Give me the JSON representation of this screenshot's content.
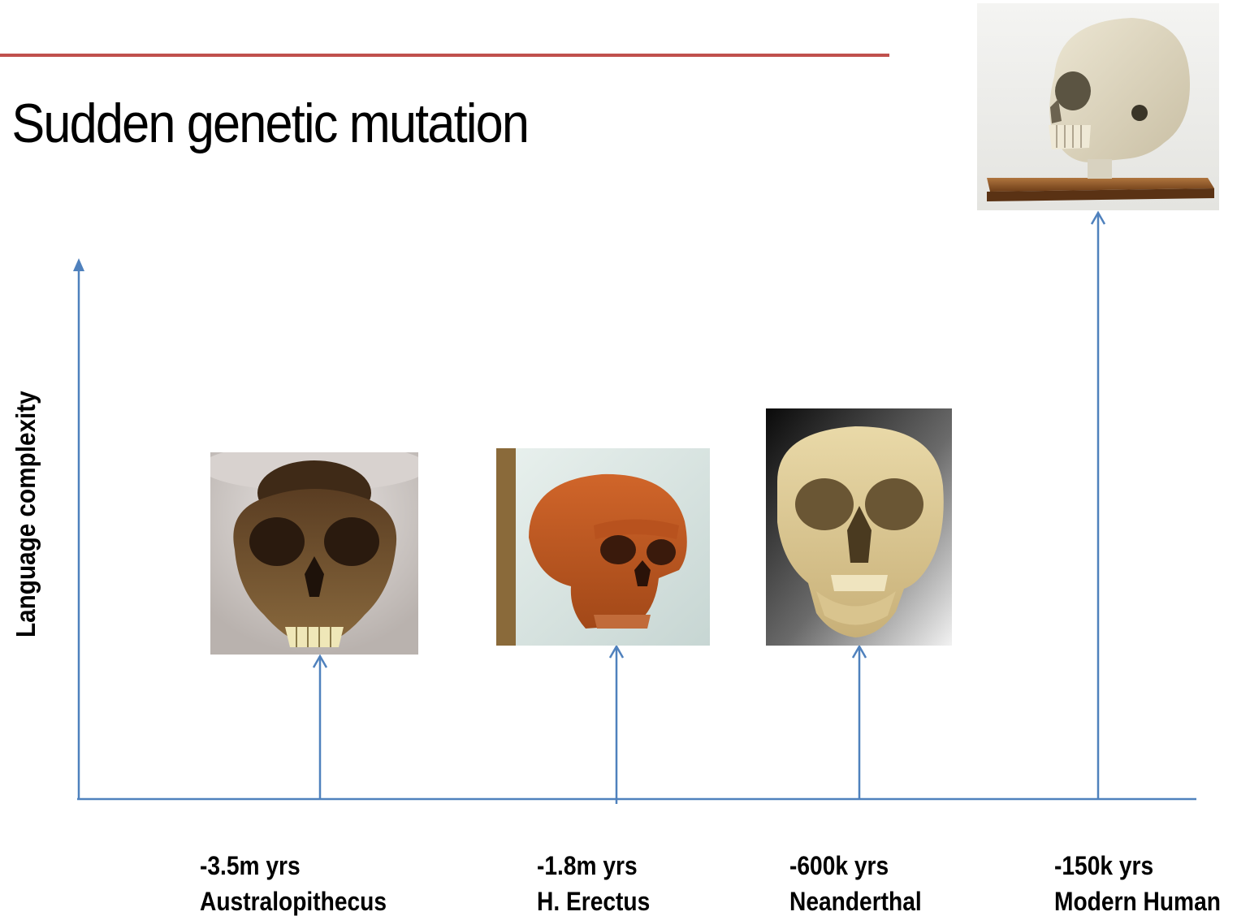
{
  "slide": {
    "title": ". Sudden genetic mutation",
    "y_axis_label": "Language complexity",
    "accent_color": "#c0504d",
    "axis_color": "#4f81bd"
  },
  "stages": [
    {
      "time": "-3.5m yrs",
      "species": "Australopithecus",
      "skull_icon": "australopithecus-skull-image",
      "level": 0.28
    },
    {
      "time": "-1.8m yrs",
      "species": "H. Erectus",
      "skull_icon": "homo-erectus-skull-image",
      "level": 0.29
    },
    {
      "time": "-600k yrs",
      "species": "Neanderthal",
      "skull_icon": "neanderthal-skull-image",
      "level": 0.28
    },
    {
      "time": "-150k yrs",
      "species": "Modern Human",
      "skull_icon": "modern-human-skull-image",
      "level": 1.0
    }
  ]
}
